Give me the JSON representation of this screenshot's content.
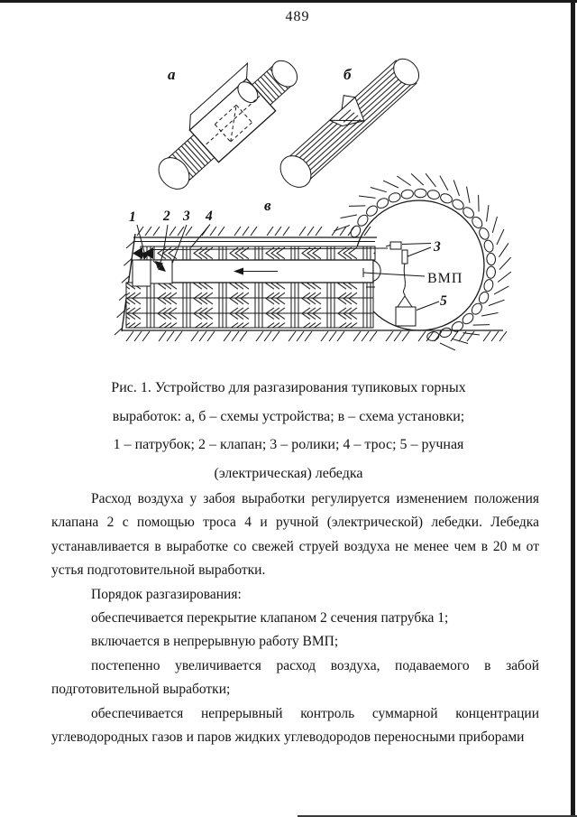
{
  "page": {
    "number": "489"
  },
  "figure": {
    "labels": {
      "a": "а",
      "b": "б",
      "v": "в"
    },
    "callouts": {
      "n1": "1",
      "n2": "2",
      "n3": "3",
      "n4": "4",
      "n3_right": "3",
      "vmp": "ВМП",
      "n5": "5"
    },
    "caption": {
      "line1": "Рис. 1. Устройство для разгазирования тупиковых горных",
      "line2": "выработок: а, б – схемы устройства; в – схема установки;",
      "line3": "1 – патрубок; 2 – клапан; 3 – ролики; 4 – трос; 5 – ручная",
      "line4": "(электрическая) лебедка"
    }
  },
  "body": {
    "p1": "Расход воздуха у забоя выработки регулируется изменением положения клапана 2 с помощью троса 4 и ручной (электрической) лебедки. Лебедка устанавливается в выработке со свежей струей воздуха не менее чем в 20 м от устья подготовительной выработки.",
    "p2": "Порядок разгазирования:",
    "p3": "обеспечивается перекрытие клапаном 2 сечения патрубка 1;",
    "p4": "включается в непрерывную работу ВМП;",
    "p5": "постепенно увеличивается расход воздуха, подаваемого в забой подготовительной выработки;",
    "p6": "обеспечивается непрерывный контроль суммарной концентрации углеводородных газов и паров жидких углеводородов переносными приборами"
  }
}
